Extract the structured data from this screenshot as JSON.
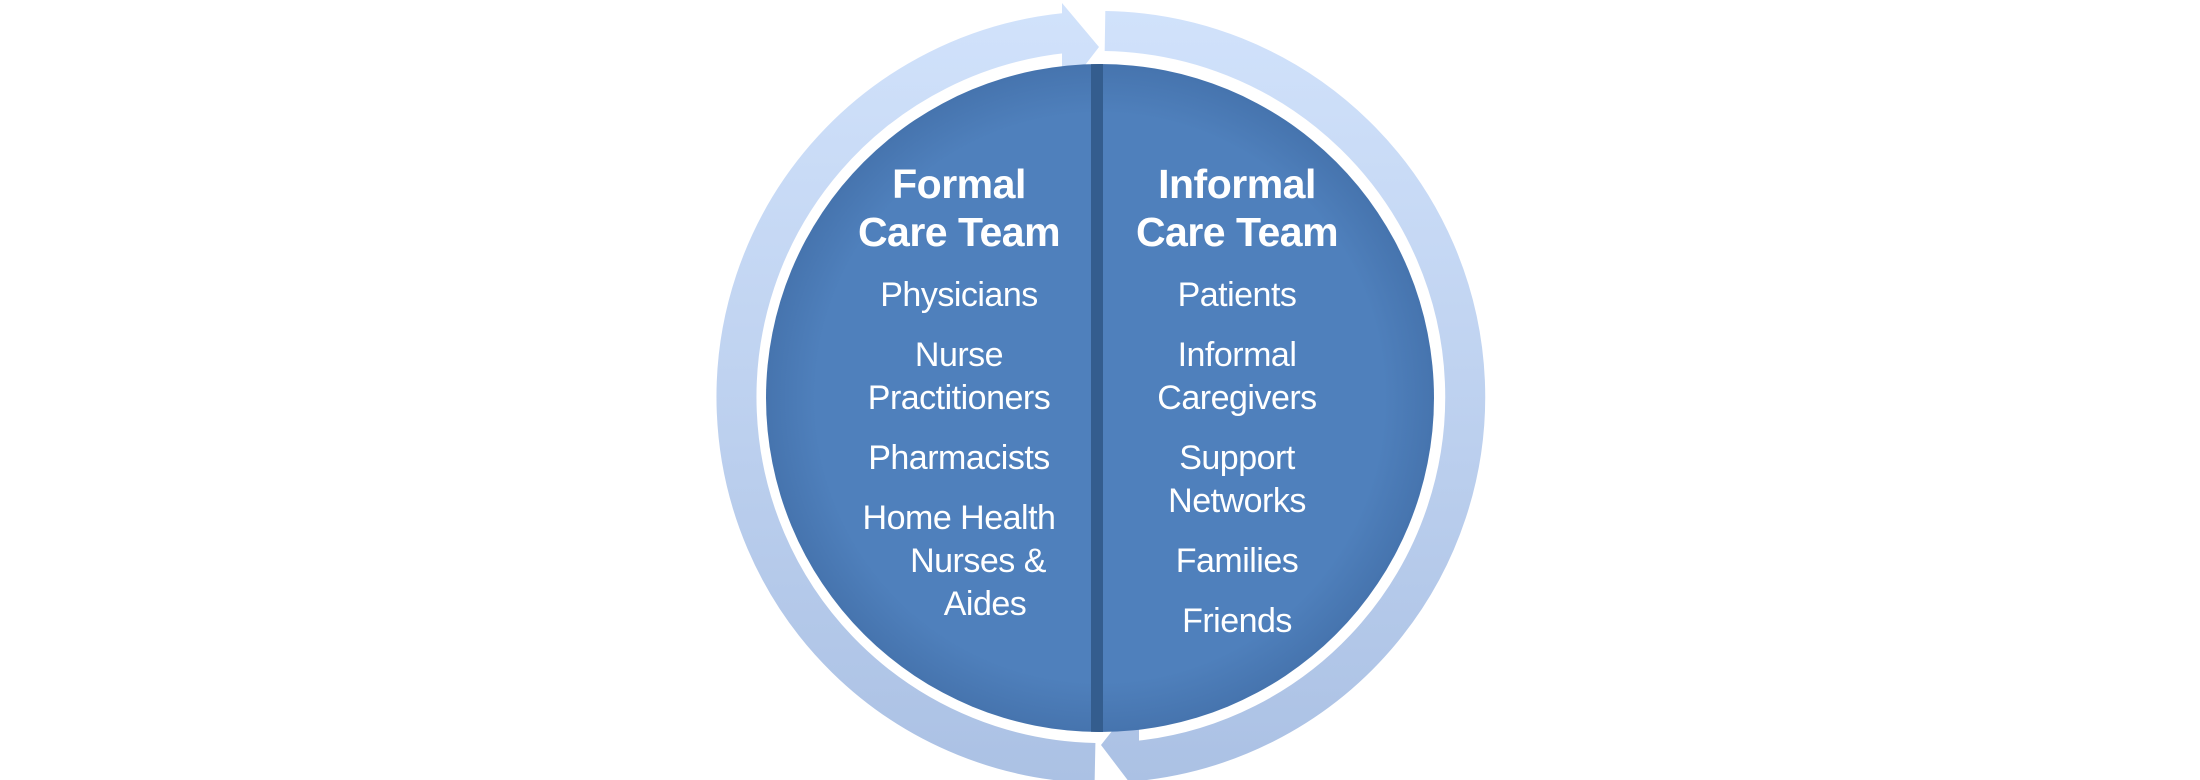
{
  "colors": {
    "disc": "#4f80bc",
    "divider": "#345d8e",
    "ring_top": "#cfe0fa",
    "ring_bottom": "#aec3e5",
    "text": "#ffffff"
  },
  "formal": {
    "title": [
      "Formal",
      "Care Team"
    ],
    "items": [
      {
        "lines": [
          "Physicians"
        ]
      },
      {
        "lines": [
          "Nurse",
          "Practitioners"
        ]
      },
      {
        "lines": [
          "Pharmacists"
        ]
      },
      {
        "lines": [
          "Home Health",
          "Nurses &",
          "Aides"
        ]
      }
    ]
  },
  "informal": {
    "title": [
      "Informal",
      "Care Team"
    ],
    "items": [
      {
        "lines": [
          "Patients"
        ]
      },
      {
        "lines": [
          "Informal",
          "Caregivers"
        ]
      },
      {
        "lines": [
          "Support",
          "Networks"
        ]
      },
      {
        "lines": [
          "Families"
        ]
      },
      {
        "lines": [
          "Friends"
        ]
      }
    ]
  }
}
